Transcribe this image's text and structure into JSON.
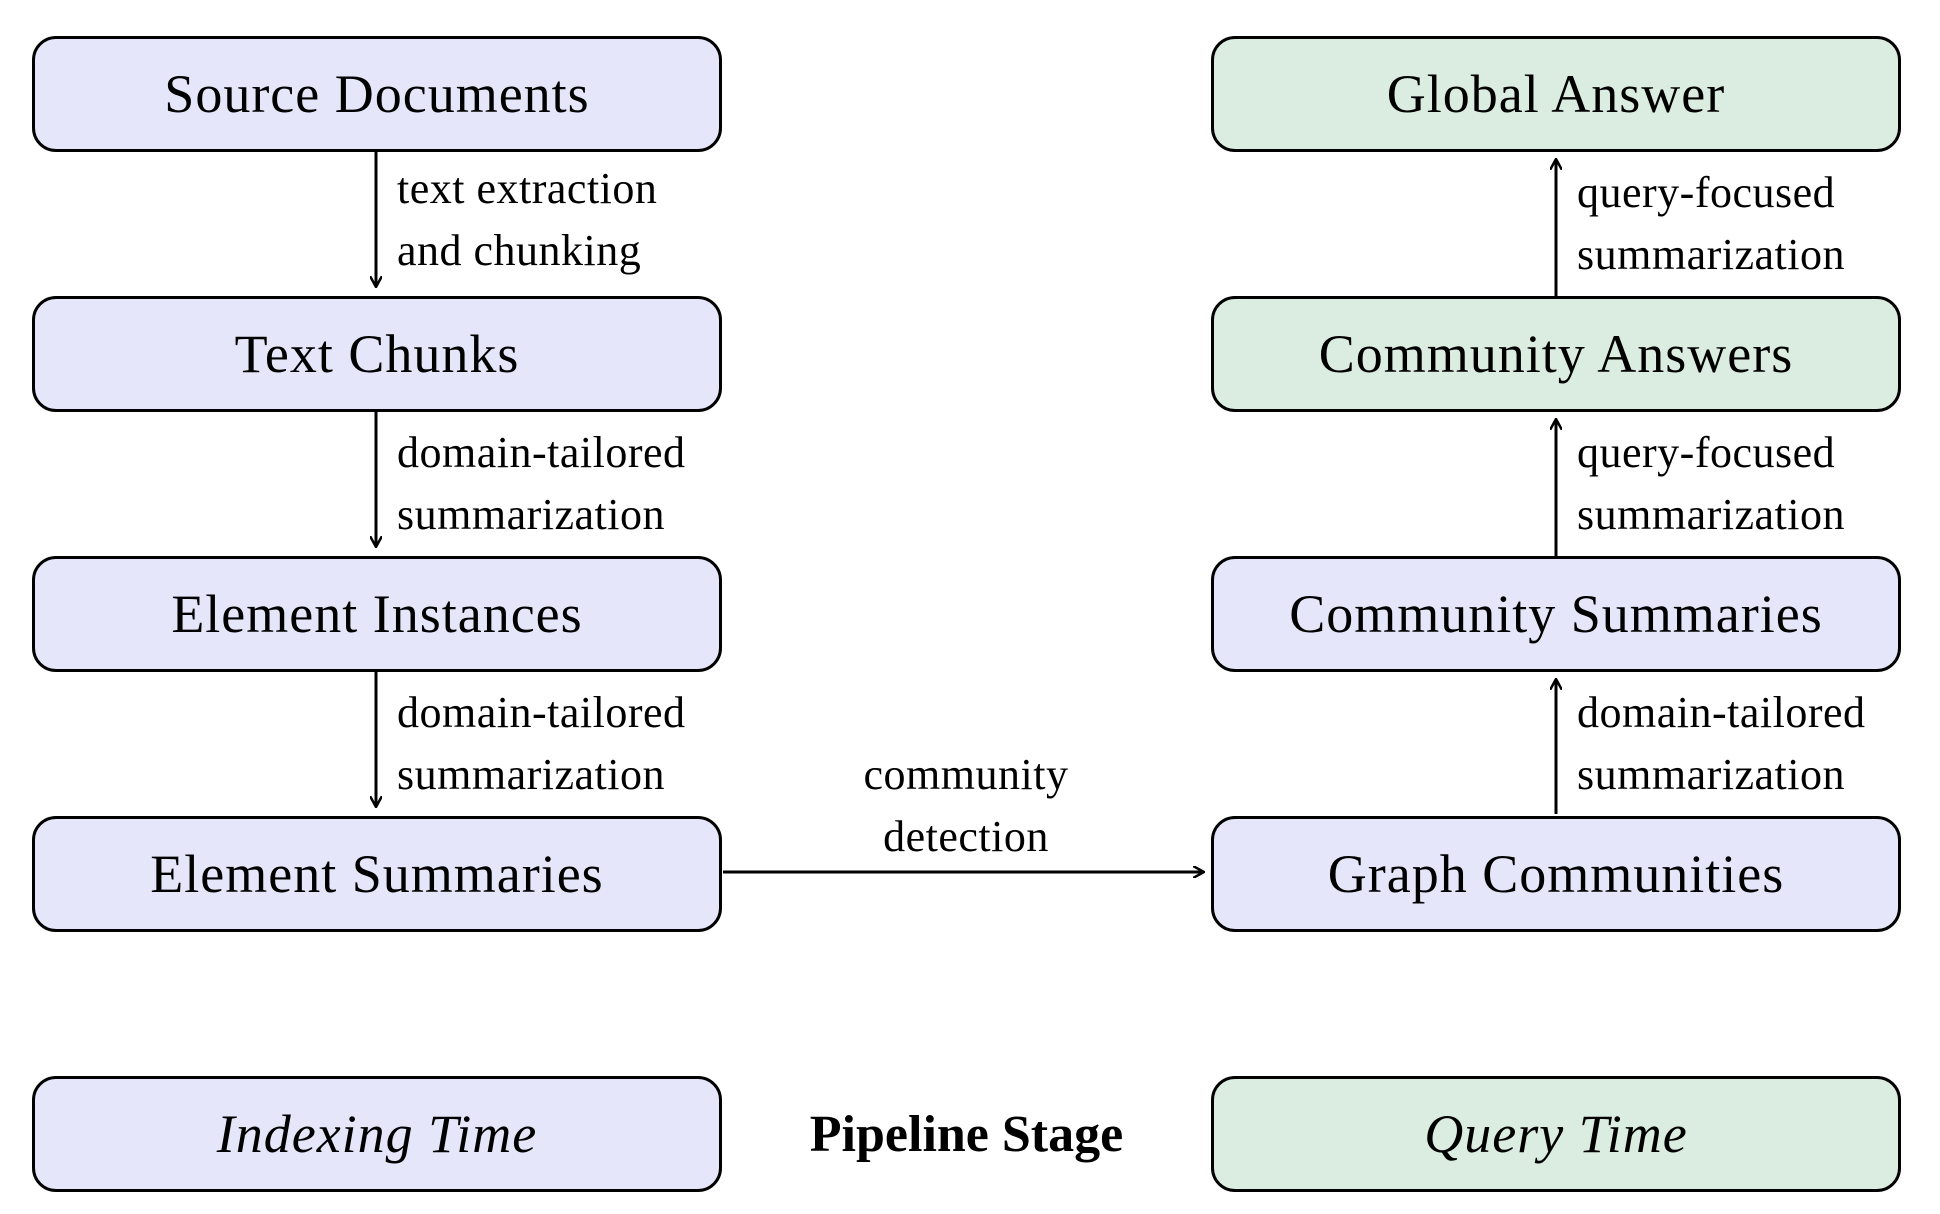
{
  "nodes": {
    "source_documents": "Source Documents",
    "text_chunks": "Text Chunks",
    "element_instances": "Element Instances",
    "element_summaries": "Element Summaries",
    "graph_communities": "Graph Communities",
    "community_summaries": "Community Summaries",
    "community_answers": "Community Answers",
    "global_answer": "Global Answer"
  },
  "edges": {
    "e1": [
      "text extraction",
      "and chunking"
    ],
    "e2": [
      "domain-tailored",
      "summarization"
    ],
    "e3": [
      "domain-tailored",
      "summarization"
    ],
    "e4": [
      "community",
      "detection"
    ],
    "e5": [
      "domain-tailored",
      "summarization"
    ],
    "e6": [
      "query-focused",
      "summarization"
    ],
    "e7": [
      "query-focused",
      "summarization"
    ]
  },
  "legend": {
    "indexing": "Indexing Time",
    "title": "Pipeline Stage",
    "query": "Query Time"
  },
  "colors": {
    "indexing_fill": "#e5e6f9",
    "query_fill": "#dbece1",
    "stroke": "#000000"
  }
}
